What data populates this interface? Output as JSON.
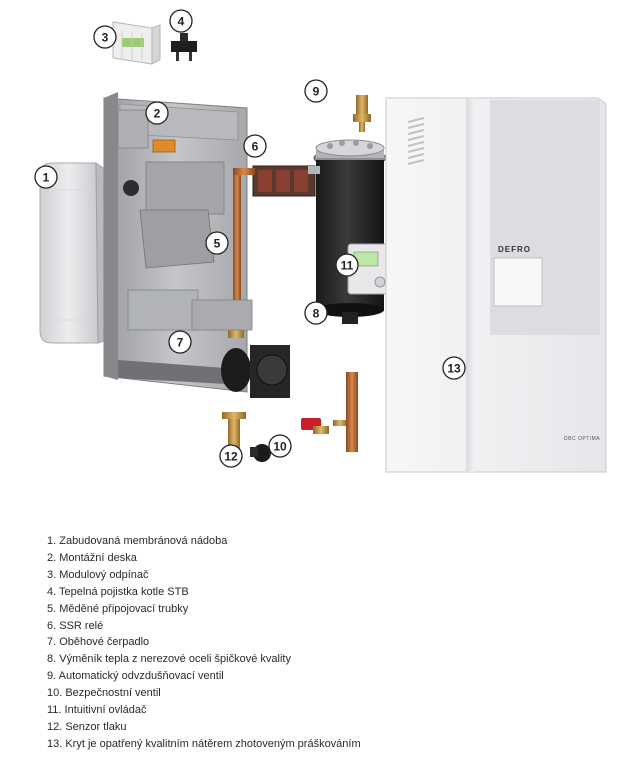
{
  "diagram": {
    "brand": "DEFRO",
    "model": "DBC OPTIMA",
    "callouts": [
      "1",
      "2",
      "3",
      "4",
      "5",
      "6",
      "7",
      "8",
      "9",
      "10",
      "11",
      "12",
      "13"
    ]
  },
  "legend": [
    "1. Zabudovaná membránová nádoba",
    "2. Montážní deska",
    "3. Modulový odpínač",
    "4. Tepelná pojistka kotle STB",
    "5. Měděné připojovací trubky",
    "6. SSR relé",
    "7. Oběhové čerpadlo",
    "8. Výměník tepla z nerezové oceli špičkové kvality",
    "9. Automatický odvzdušňovací ventil",
    "10. Bezpečnostní ventil",
    "11. Intuitivní ovládač",
    "12. Senzor tlaku",
    "13. Kryt je opatřený kvalitním nátěrem zhotoveným práškováním"
  ]
}
